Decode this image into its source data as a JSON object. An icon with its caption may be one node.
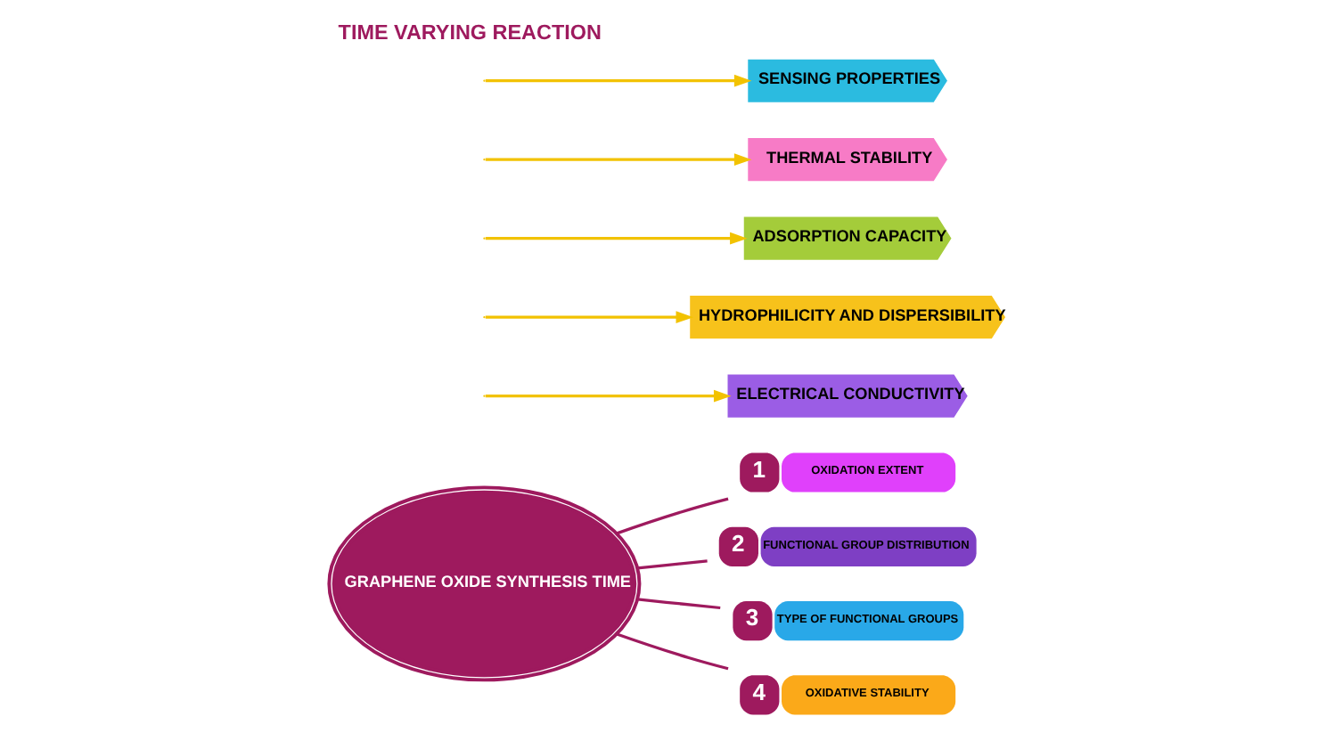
{
  "diagram": {
    "title": "TIME VARYING REACTION",
    "nodes": [
      {
        "text": [
          "GRAPHENE OXIDE SYNTHESIS TIME"
        ]
      },
      {
        "text": [
          "1",
          "OXIDATION EXTENT"
        ]
      },
      {
        "text": [
          "2",
          "FUNCTIONAL GROUP DISTRIBUTION"
        ]
      },
      {
        "text": [
          "3",
          "TYPE OF FUNCTIONAL GROUPS"
        ]
      },
      {
        "text": [
          "4",
          "OXIDATIVE STABILITY"
        ]
      },
      {
        "text": [
          "ELECTRICAL CONDUCTIVITY"
        ]
      },
      {
        "text": [
          "HYDROPHILICITY AND DISPERSIBILITY"
        ]
      },
      {
        "text": [
          "ADSORPTION CAPACITY"
        ]
      },
      {
        "text": [
          "THERMAL STABILITY"
        ]
      },
      {
        "text": [
          "SENSING PROPERTIES"
        ]
      }
    ],
    "edges": [
      {
        "from": 0,
        "to": 1,
        "arrow": "none",
        "color": "#9e1a5e"
      },
      {
        "from": 0,
        "to": 2,
        "arrow": "none",
        "color": "#9e1a5e"
      },
      {
        "from": 0,
        "to": 3,
        "arrow": "none",
        "color": "#9e1a5e"
      },
      {
        "from": 0,
        "to": 4,
        "arrow": "none",
        "color": "#9e1a5e"
      },
      {
        "from": null,
        "to": 5,
        "arrow": "to"
      },
      {
        "from": null,
        "to": 6,
        "arrow": "to"
      },
      {
        "from": null,
        "to": 7,
        "arrow": "to"
      },
      {
        "from": null,
        "to": 8,
        "arrow": "to"
      },
      {
        "from": null,
        "to": 9,
        "arrow": "to"
      }
    ]
  }
}
